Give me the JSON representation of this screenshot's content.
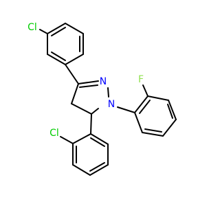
{
  "molecule": {
    "atoms": {
      "cl_top": {
        "symbol": "Cl",
        "color": "#00cc00"
      },
      "n_upper": {
        "symbol": "N",
        "color": "#0000ff"
      },
      "n_lower": {
        "symbol": "N",
        "color": "#0000ff"
      },
      "f_right": {
        "symbol": "F",
        "color": "#90e050"
      },
      "cl_bottom": {
        "symbol": "Cl",
        "color": "#00cc00"
      }
    },
    "bond_color": "#000000"
  }
}
